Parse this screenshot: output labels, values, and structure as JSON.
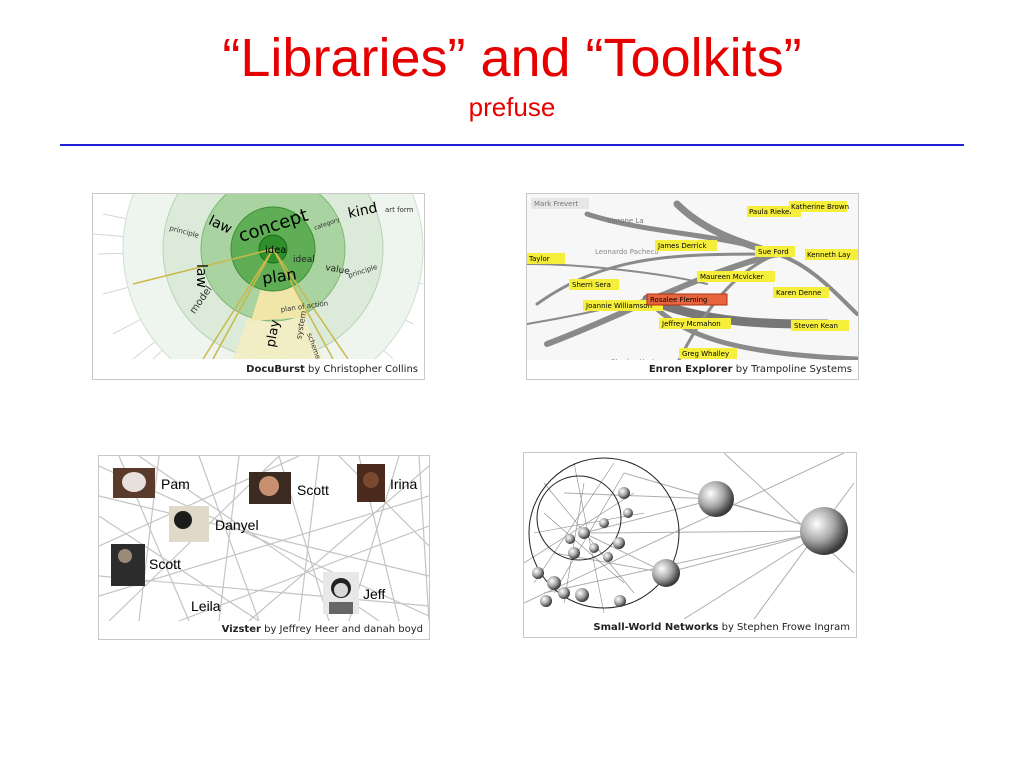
{
  "slide": {
    "title": "“Libraries” and “Toolkits”",
    "subtitle": "prefuse",
    "accent_color": "#e60000",
    "rule_color": "#1f1fd6"
  },
  "panels": [
    {
      "name_bold": "DocuBurst",
      "credit": " by Christopher Collins",
      "labels": {
        "concept": "concept",
        "idea": "idea",
        "law_top": "law",
        "law_left": "law",
        "kind": "kind",
        "plan": "plan",
        "play": "play",
        "model": "model",
        "ideal": "ideal",
        "value": "value",
        "principle_right": "principle",
        "principle_left": "principle",
        "category": "category",
        "art_form": "art form",
        "plan_of_action": "plan of action",
        "system": "system",
        "scheme": "scheme"
      }
    },
    {
      "name_bold": "Enron Explorer",
      "credit": " by Trampoline Systems",
      "people": {
        "mark": "Mark Frevert",
        "simone": "Simone La",
        "leonardo": "Leonardo Pacheco",
        "taylor": "Taylor",
        "james": "James Derrick",
        "sue": "Sue Ford",
        "kenneth": "Kenneth Lay",
        "paula": "Paula Rieker",
        "katherine": "Katherine Brown",
        "maureen": "Maureen Mcvicker",
        "sherri": "Sherri Sera",
        "karen": "Karen Denne",
        "joanne": "Joannie Williamson",
        "rosalee": "Rosalee Fleming",
        "jeffrey": "Jeffrey Mcmahon",
        "steven": "Steven Kean",
        "greg": "Greg Whalley",
        "stanley": "Stanley Horton"
      }
    },
    {
      "name_bold": "Vizster",
      "credit": " by Jeffrey Heer and danah boyd",
      "people": {
        "pam": "Pam",
        "scott1": "Scott",
        "irina": "Irina",
        "danyel": "Danyel",
        "scott2": "Scott",
        "leila": "Leila",
        "jeff": "Jeff"
      }
    },
    {
      "name_bold": "Small-World Networks",
      "credit": " by Stephen Frowe Ingram"
    }
  ]
}
